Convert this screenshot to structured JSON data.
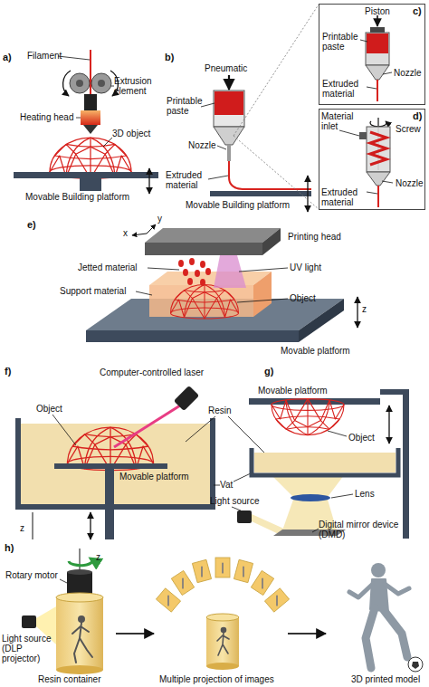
{
  "diagram": {
    "nodes": [
      {
        "text": [
          "c)",
          "Piston",
          "Printable paste",
          "Nozzle",
          "Extruded material"
        ]
      },
      {
        "text": [
          "d)",
          "Material inlet",
          "Screw",
          "Nozzle",
          "Extruded material"
        ]
      }
    ],
    "labels": [
      "a)",
      "Filament",
      "Extrusion element",
      "Heating head",
      "3D object",
      "Movable Building platform",
      "b)",
      "Pneumatic",
      "Printable paste",
      "Nozzle",
      "Extruded material",
      "Movable Building platform",
      "e)",
      "x",
      "y",
      "Printing head",
      "Jetted material",
      "UV light",
      "Support material",
      "Object",
      "z",
      "Movable platform",
      "f)",
      "Computer-controlled laser",
      "Object",
      "Resin",
      "Movable platform",
      "z",
      "g)",
      "Movable platform",
      "Object",
      "Vat",
      "Lens",
      "Light source",
      "Digital mirror device (DMD)",
      "h)",
      "Rotary motor",
      "z",
      "Light source (DLP projector)",
      "Resin container",
      "Multiple projection of images",
      "3D printed model"
    ]
  }
}
